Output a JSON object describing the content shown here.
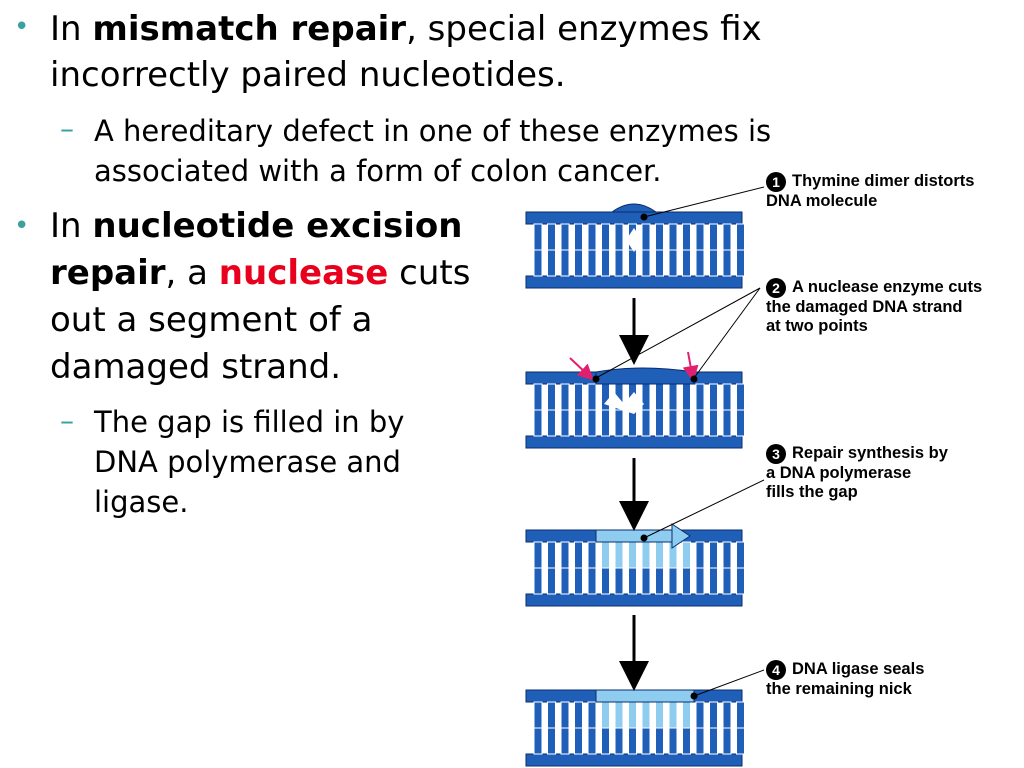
{
  "bullets": [
    {
      "parts": [
        "In ",
        "mismatch repair",
        ", special enzymes fix"
      ],
      "line2": "incorrectly paired nucleotides.",
      "sub": [
        "A hereditary defect in one of these enzymes is",
        "associated with a form of colon cancer."
      ]
    },
    {
      "line1_a": "In ",
      "line1_b": "nucleotide excision",
      "line2_a": "repair",
      "line2_b": ", a ",
      "line2_c": "nuclease",
      "line2_d": " cuts",
      "line3": "out a segment of a",
      "line4": "damaged strand.",
      "sub": [
        "The gap is filled in by",
        "DNA polymerase and",
        "ligase."
      ]
    }
  ],
  "figure": {
    "steps": [
      {
        "num": "1",
        "lines": [
          "Thymine dimer distorts",
          "DNA molecule"
        ]
      },
      {
        "num": "2",
        "lines": [
          "A nuclease enzyme cuts",
          "the damaged DNA strand",
          "at two points"
        ]
      },
      {
        "num": "3",
        "lines": [
          "Repair synthesis by",
          "a DNA polymerase",
          "fills the gap"
        ]
      },
      {
        "num": "4",
        "lines": [
          "DNA ligase seals",
          "the remaining nick"
        ]
      }
    ],
    "colors": {
      "dna": "#1f5fb8",
      "repair": "#8ecdf0",
      "cut_arrow": "#e0206e",
      "bullet": "#3aa0a0"
    }
  }
}
